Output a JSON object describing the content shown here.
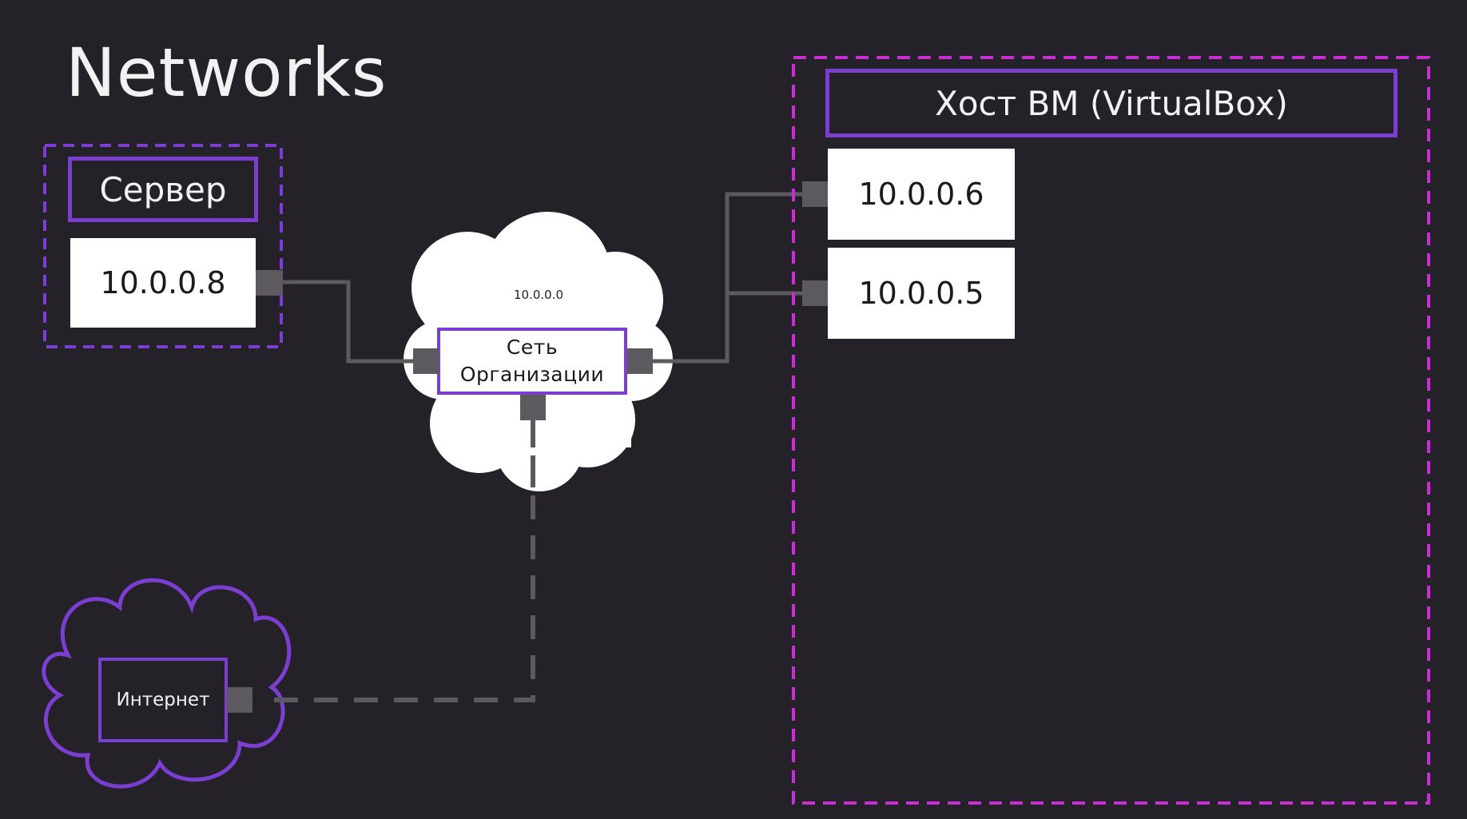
{
  "title": "Networks",
  "server": {
    "label": "Сервер",
    "ip": "10.0.0.8"
  },
  "org_network": {
    "subnet": "10.0.0.0",
    "label_line1": "Сеть",
    "label_line2": "Организации"
  },
  "host": {
    "label": "Хост ВМ (VirtualBox)",
    "vm1_ip": "10.0.0.6",
    "vm2_ip": "10.0.0.5"
  },
  "internet": {
    "label": "Интернет"
  },
  "colors": {
    "background": "#242128",
    "purple": "#7a3ed0",
    "magenta": "#c82fd3",
    "connector": "#5c5a5e",
    "white": "#ffffff"
  }
}
